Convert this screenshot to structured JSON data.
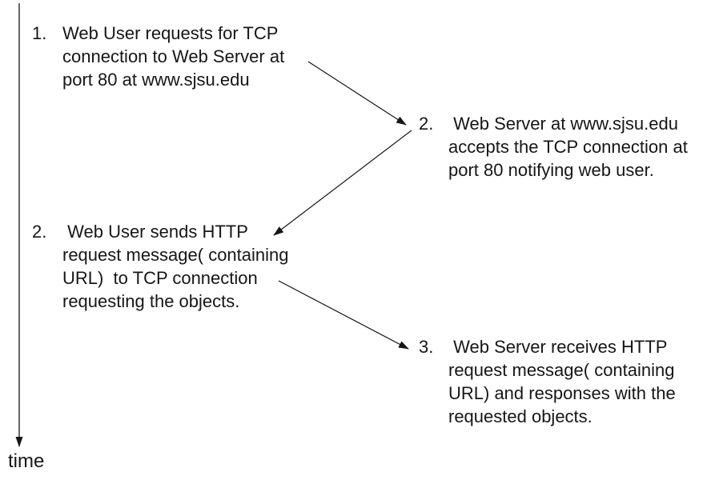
{
  "diagram": {
    "title_semantic": "http-request-response-sequence",
    "colors": {
      "ink": "#161616",
      "background": "#ffffff"
    },
    "time_axis": {
      "label": "time"
    },
    "steps": [
      {
        "number": "1.",
        "lines": [
          "Web User requests for TCP",
          "connection to Web Server at",
          "port 80 at www.sjsu.edu"
        ]
      },
      {
        "number": "2.",
        "lines": [
          " Web Server at www.sjsu.edu",
          "accepts the TCP connection at",
          "port 80 notifying web user."
        ]
      },
      {
        "number": "2.",
        "lines": [
          " Web User sends HTTP",
          "request message( containing",
          "URL)  to TCP connection",
          "requesting the objects."
        ]
      },
      {
        "number": "3.",
        "lines": [
          " Web Server receives HTTP",
          "request message( containing",
          "URL) and responses with the",
          "requested objects."
        ]
      }
    ]
  }
}
